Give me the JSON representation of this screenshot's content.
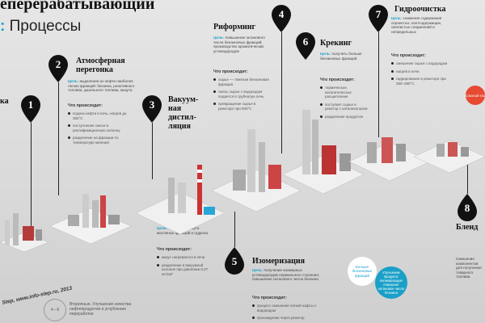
{
  "header": {
    "title": "еперерабатывающий",
    "subtitle_prefix": ":",
    "subtitle": "Процессы"
  },
  "pins": [
    "1",
    "2",
    "3",
    "4",
    "5",
    "6",
    "7",
    "8"
  ],
  "sections": {
    "atm": {
      "title_line1": "Атмосферная",
      "title_line2": "перегонка",
      "label": "Цель:",
      "desc": "выделение из нефти наиболее легких фракций: бензина, реактивного топлива, дизельного топлива, мазута",
      "what": "Что происходит:",
      "bullets": [
        "подача нефти в печь, нагрев до 350°C",
        "поступление смеси в ректификационную колонну",
        "разделение на фракции по температуре кипения"
      ]
    },
    "left_cut": {
      "title": "ка"
    },
    "vac": {
      "title_line1": "Вакуум-",
      "title_line2": "ная",
      "title_line3": "дистил-",
      "title_line4": "ляция",
      "label": "Цель:",
      "desc": "отгонка из мазута масляных фракций и гудрона",
      "what": "Что происходит:",
      "bullets": [
        "мазут нагревается в печи",
        "разделение в вакуумной колонне при давлении 0,07 кгс/см²"
      ]
    },
    "ref": {
      "title": "Риформинг",
      "label": "Цель:",
      "desc": "повышение октанового числа бензиновых фракций; производство ароматических углеводородов",
      "what": "Что происходит:",
      "bullets": [
        "сырье — тяжелая бензиновая фракция",
        "смесь сырья с водородом подается в трубчатую печь",
        "превращение сырья в реакторе при 500°C"
      ]
    },
    "crack": {
      "title": "Крекинг",
      "label": "Цель:",
      "desc": "получить больше бензиновых фракций",
      "what": "Что происходит:",
      "bullets": [
        "термическое, каталитическое расщепление",
        "поступает сырье в реактор с катализатором",
        "разделение продуктов"
      ]
    },
    "hydro": {
      "title": "Гидроочистка",
      "label": "Цель:",
      "desc": "снижение содержания сернистых, азотсодержащих, смолистых соединений и непредельных",
      "what": "Что происходит:",
      "bullets": [
        "смешение сырья с водородом",
        "нагрев в печи",
        "гидрирование в реакторе при 350–380°C"
      ]
    },
    "isom": {
      "title": "Изомеризация",
      "label": "Цель:",
      "desc": "получение изомерных углеводородов нормального строения; повышение октанового числа бензина",
      "what": "Что происходит:",
      "bullets": [
        "процесс смешения легкой нафты с водородом",
        "прохождение через реактор"
      ]
    },
    "blend": {
      "title": "Бленд",
      "desc": "Смешение компонентов для получения товарного топлива"
    }
  },
  "copyright": "Step, www.info-step.ru, 2013",
  "footer": {
    "circle": "4—8",
    "text": "Вторичные. Улучшение качества нефтепродуктов и углубление переработки"
  },
  "bubble_white": "Больше бензиновых фракций",
  "bubble_blue": "Улучшение продукта: изомеризация повышает октановое число бензина",
  "red_circle": "Сжатый газ"
}
